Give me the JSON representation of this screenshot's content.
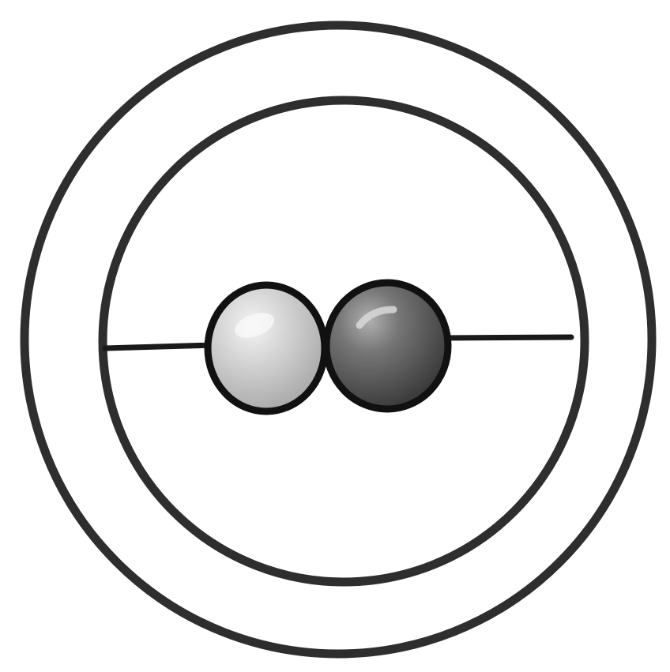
{
  "diagram": {
    "rings": [
      {
        "name": "outer-ring"
      },
      {
        "name": "inner-ring"
      }
    ],
    "particles": [
      {
        "name": "light-sphere",
        "shade": "light"
      },
      {
        "name": "dark-sphere",
        "shade": "dark"
      }
    ],
    "colors": {
      "outline": "#2b2b2b",
      "axis": "#1a1a1a",
      "light_sphere_fill": "#cfcfcf",
      "light_sphere_highlight": "#f2f2f2",
      "dark_sphere_fill": "#6e6e6e",
      "dark_sphere_highlight": "#a8a8a8",
      "background": "#ffffff"
    }
  }
}
